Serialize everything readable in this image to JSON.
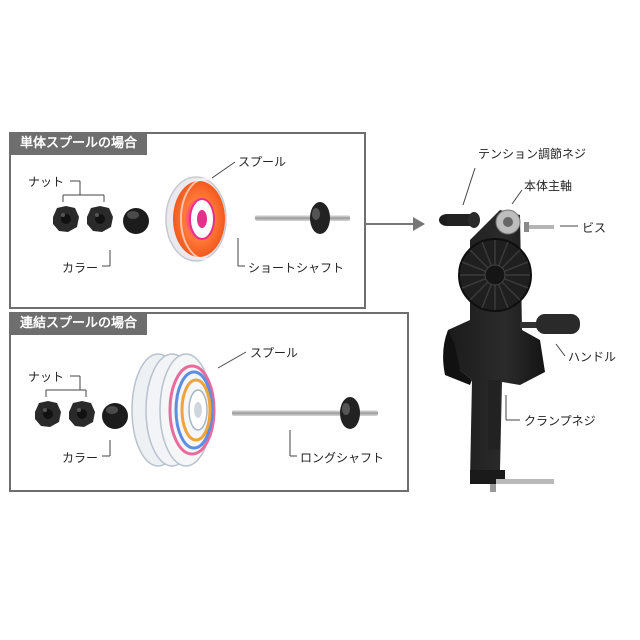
{
  "panels": {
    "single": {
      "title": "単体スプールの場合"
    },
    "linked": {
      "title": "連結スプールの場合"
    }
  },
  "labels": {
    "single_nut": "ナット",
    "single_collar": "カラー",
    "single_spool": "スプール",
    "single_shaft": "ショートシャフト",
    "linked_nut": "ナット",
    "linked_collar": "カラー",
    "linked_spool": "スプール",
    "linked_shaft": "ロングシャフト",
    "tension_screw": "テンション調節ネジ",
    "main_shaft": "本体主軸",
    "screw": "ビス",
    "handle": "ハンドル",
    "clamp_screw": "クランプネジ"
  },
  "colors": {
    "panel_border": "#6e6e6e",
    "panel_title_bg": "#6e6e6e",
    "arrow": "#777777",
    "single_spool_line": "#f26a3a",
    "single_spool_core": "#e8308a"
  }
}
